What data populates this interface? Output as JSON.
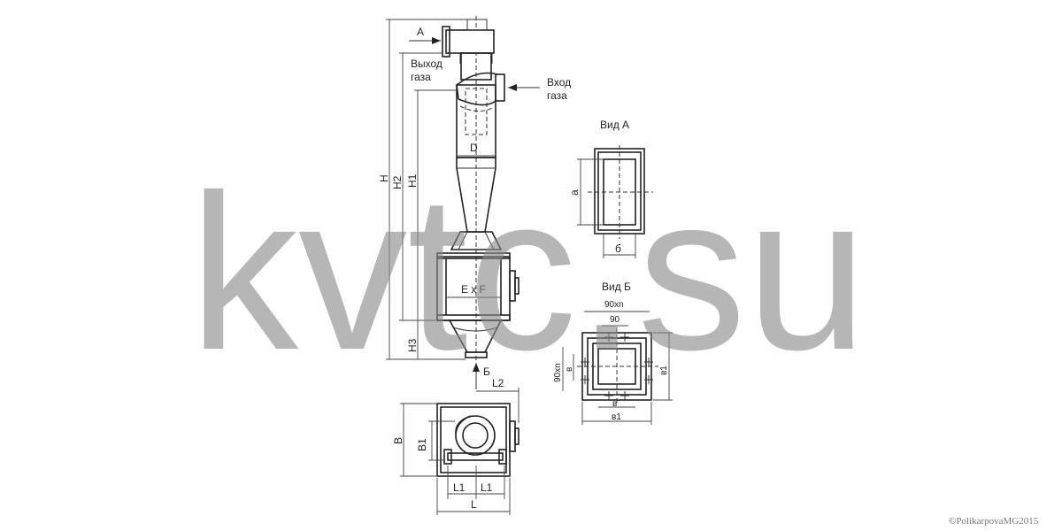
{
  "labels": {
    "outlet": [
      "Выход",
      "газа"
    ],
    "inlet": [
      "Вход",
      "газа"
    ],
    "arrow_a": "А",
    "arrow_b": "Б",
    "diameter": "D",
    "body": "E x F",
    "height_h": "H",
    "height_h1": "H1",
    "height_h2": "H2",
    "height_h3": "H3",
    "view_a": "Вид А",
    "view_a_dim_a": "а",
    "view_a_dim_b": "б",
    "view_b": "Вид Б",
    "view_b_90": "90",
    "view_b_90xn_top": "90хn",
    "view_b_90xn_left": "90хn",
    "view_b_v_left": "в",
    "view_b_v_bottom": "в",
    "view_b_v1_bottom": "в1",
    "view_b_v1_right": "в1",
    "plan_b": "B",
    "plan_b1": "B1",
    "plan_l": "L",
    "plan_l1_left": "L1",
    "plan_l1_right": "L1",
    "plan_l2": "L2"
  },
  "watermark": "kvtc.su",
  "copyright": "©PolikarpovaMG2015"
}
